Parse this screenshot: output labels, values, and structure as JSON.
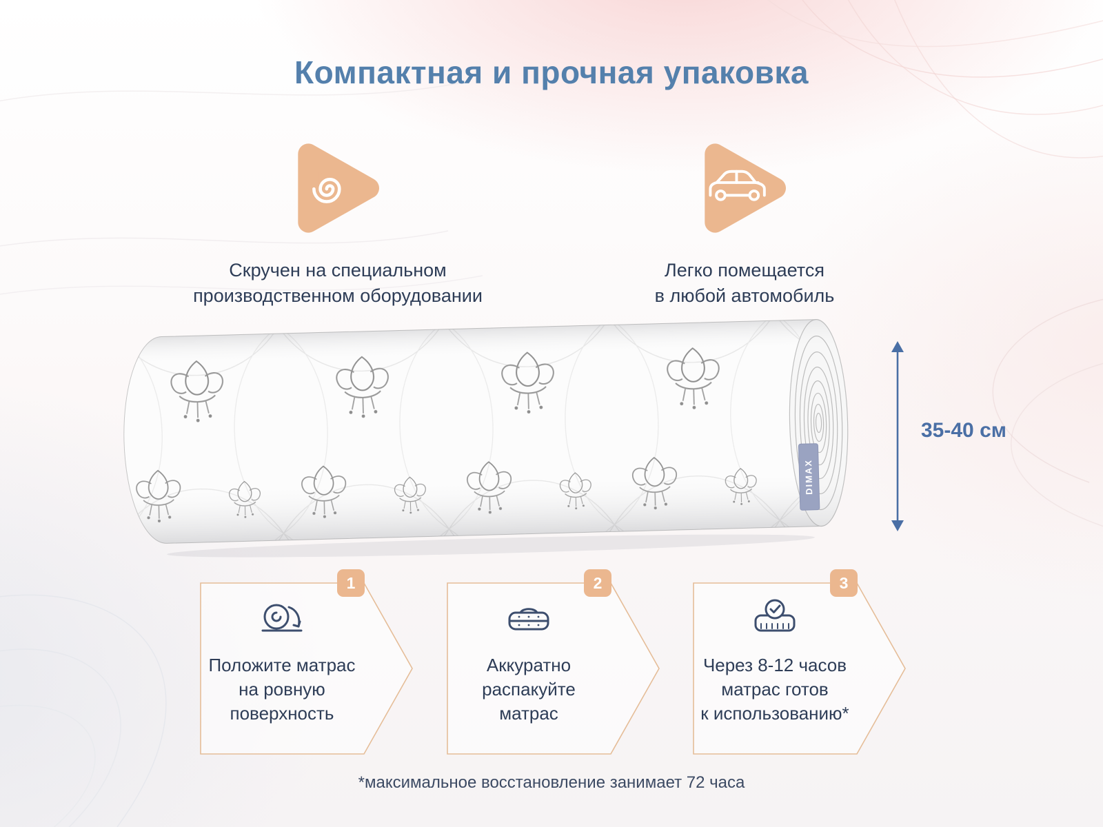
{
  "page": {
    "title": "Компактная и прочная упаковка",
    "footnote": "*максимальное восстановление занимает 72 часа"
  },
  "features": [
    {
      "icon": "spiral-icon",
      "text": "Скручен на специальном\nпроизводственном оборудовании"
    },
    {
      "icon": "car-icon",
      "text": "Легко помещается\nв любой автомобиль"
    }
  ],
  "mattress": {
    "brand_tag": "DIMAX",
    "height_label": "35-40 см"
  },
  "steps": [
    {
      "number": "1",
      "icon": "roll-out-mattress-icon",
      "text": "Положите матрас\nна ровную\nповерхность"
    },
    {
      "number": "2",
      "icon": "unpack-mattress-icon",
      "text": "Аккуратно\nраспакуйте\nматрас"
    },
    {
      "number": "3",
      "icon": "mattress-ready-check-icon",
      "text": "Через 8-12 часов\nматрас готов\nк использованию*"
    }
  ],
  "colors": {
    "accent_peach": "#EBB78F",
    "step_outline_peach": "#E5BD98",
    "title_blue": "#5480AC",
    "text_navy": "#2E3D57",
    "dimension_blue": "#4A6FA5",
    "tag_blue": "#9AA3C1"
  }
}
